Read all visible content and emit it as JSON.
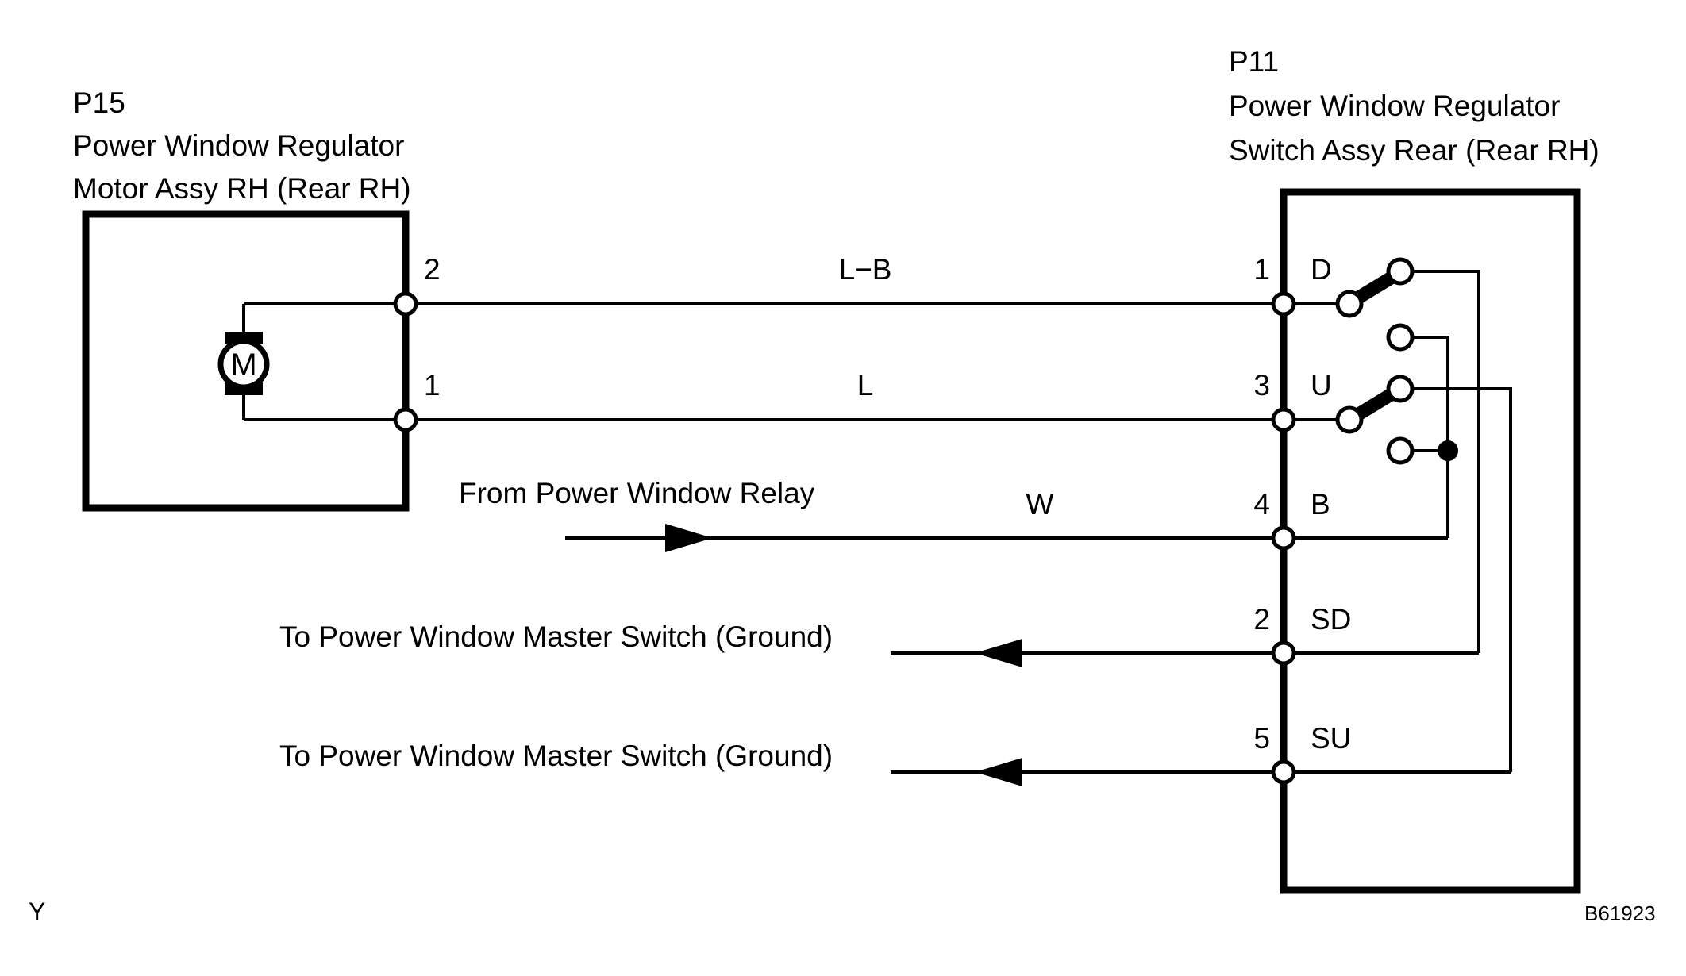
{
  "figure": {
    "code": "B61923",
    "corner_mark": "Y"
  },
  "left_component": {
    "ref": "P15",
    "name_line1": "Power Window Regulator",
    "name_line2": "Motor Assy RH (Rear RH)",
    "symbol_label": "M",
    "terminals": [
      {
        "pin": "2"
      },
      {
        "pin": "1"
      }
    ]
  },
  "right_component": {
    "ref": "P11",
    "name_line1": "Power Window Regulator",
    "name_line2": "Switch Assy Rear (Rear RH)",
    "terminals": [
      {
        "pin": "1",
        "signal": "D"
      },
      {
        "pin": "3",
        "signal": "U"
      },
      {
        "pin": "4",
        "signal": "B"
      },
      {
        "pin": "2",
        "signal": "SD"
      },
      {
        "pin": "5",
        "signal": "SU"
      }
    ]
  },
  "wires": [
    {
      "color": "L−B"
    },
    {
      "color": "L"
    },
    {
      "color": "W"
    }
  ],
  "annotations": [
    {
      "text": "From Power Window Relay",
      "direction": "right"
    },
    {
      "text": "To Power Window Master Switch (Ground)",
      "direction": "left"
    },
    {
      "text": "To Power Window Master Switch (Ground)",
      "direction": "left"
    }
  ],
  "colors": {
    "line": "#000000",
    "background": "#ffffff",
    "text": "#000000"
  }
}
